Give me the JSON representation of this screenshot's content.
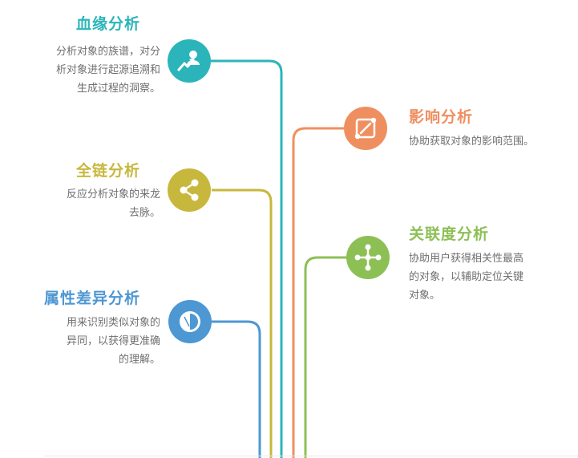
{
  "items": [
    {
      "title": "血缘分析",
      "desc": "分析对象的族谱，对分析对象进行起源追溯和生成过程的洞察。",
      "color": "#2bb5ba",
      "icon": "person-trend-icon",
      "side": "left"
    },
    {
      "title": "影响分析",
      "desc": "协助获取对象的影响范围。",
      "color": "#ef8f60",
      "icon": "selection-diagonal-icon",
      "side": "right"
    },
    {
      "title": "全链分析",
      "desc": "反应分析对象的来龙去脉。",
      "color": "#c7b83d",
      "icon": "share-nodes-icon",
      "side": "left"
    },
    {
      "title": "关联度分析",
      "desc": "协助用户获得相关性最高的对象，以辅助定位关键对象。",
      "color": "#8cc055",
      "icon": "cross-nodes-icon",
      "side": "right"
    },
    {
      "title": "属性差异分析",
      "desc": "用来识别类似对象的异同，以获得更准确的理解。",
      "color": "#4d97d3",
      "icon": "half-contrast-circle-icon",
      "side": "left"
    }
  ],
  "text_color": "#6f6f6f",
  "background_color": "#ffffff"
}
